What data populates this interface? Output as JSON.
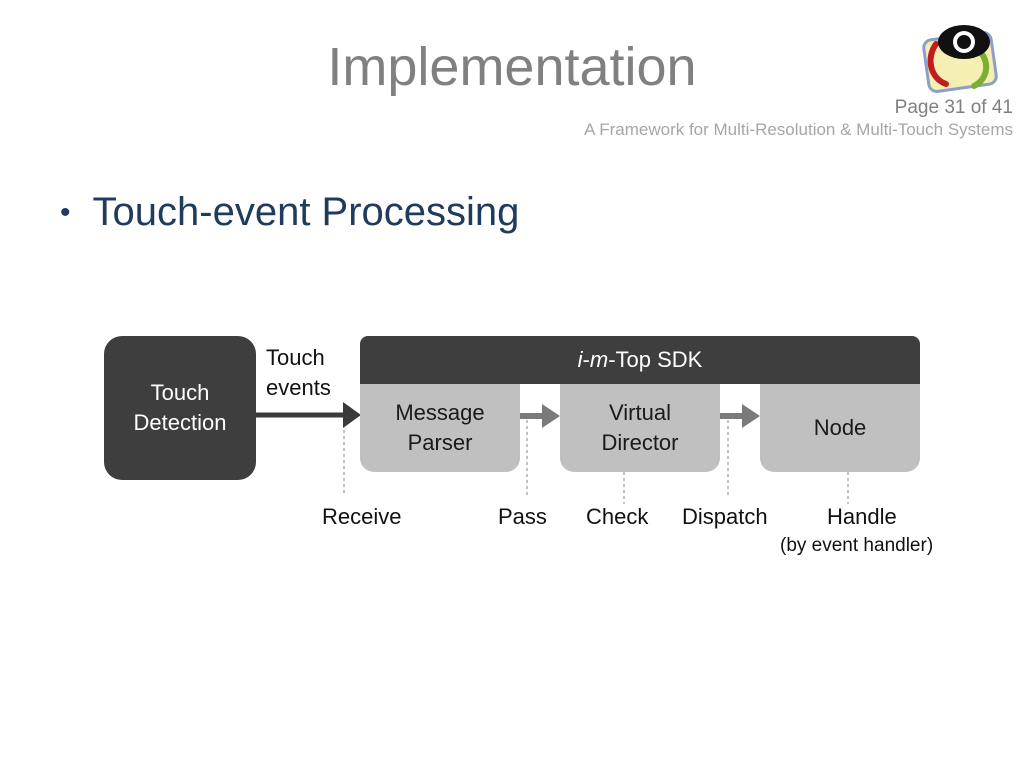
{
  "slide": {
    "title": "Implementation",
    "page_number": "Page 31 of 41",
    "subtitle": "A Framework for Multi-Resolution & Multi-Touch Systems",
    "bullet": "Touch-event Processing"
  },
  "diagram": {
    "touch_detection": {
      "line1": "Touch",
      "line2": "Detection"
    },
    "input_label": {
      "line1": "Touch",
      "line2": "events"
    },
    "sdk": {
      "prefix_i": "i",
      "dash1": "-",
      "prefix_m": "m",
      "rest": "-Top SDK"
    },
    "message_parser": {
      "line1": "Message",
      "line2": "Parser"
    },
    "virtual_director": {
      "line1": "Virtual",
      "line2": "Director"
    },
    "node": "Node",
    "steps": {
      "receive": "Receive",
      "pass": "Pass",
      "check": "Check",
      "dispatch": "Dispatch",
      "handle": "Handle",
      "handle_note": "(by event handler)"
    }
  },
  "colors": {
    "dark_box": "#3e3e3e",
    "light_box": "#c0c0c0",
    "arrow_main": "#3a3a3a",
    "arrow_light": "#7a7a7a",
    "title": "#808080",
    "bullet": "#203c5c"
  }
}
